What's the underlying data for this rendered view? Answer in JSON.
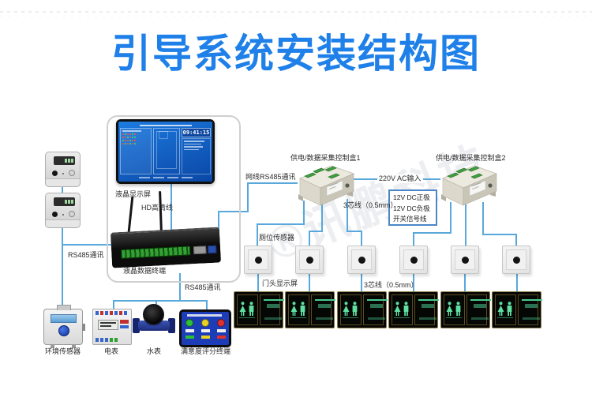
{
  "title": "引导系统安装结构图",
  "watermark": "®讯鹏科技",
  "monitor": {
    "clock": "09:41:15"
  },
  "labels": {
    "lcd_display": "液晶显示屏",
    "hd_cable": "HD高清线",
    "lcd_terminal": "液晶数据终端",
    "rs485_left": "RS485通讯",
    "rs485_router": "RS485通讯",
    "net_rs485": "网线RS485通讯",
    "ctrl_box1": "供电/数据采集控制盒1",
    "ctrl_box2": "供电/数据采集控制盒2",
    "ac_input": "220V AC输入",
    "wire3_upper": "3芯线（0.5mm）",
    "wire3_lower": "3芯线（0.5mm）",
    "stall_sensor": "厕位传感器",
    "door_display": "门头显示屏",
    "env_sensor": "环境传感器",
    "power_meter": "电表",
    "water_meter": "水表",
    "rating_terminal": "满意度评分终端"
  },
  "dc_legend": [
    "12V DC正极",
    "12V DC负极",
    "开关信号线"
  ],
  "colors": {
    "title_blue": "#1e80e8",
    "wire_blue": "#58a8dc",
    "display_green": "#49c98f",
    "control_box_body": "#e9e7df",
    "terminal_green": "#3f9f3f"
  }
}
